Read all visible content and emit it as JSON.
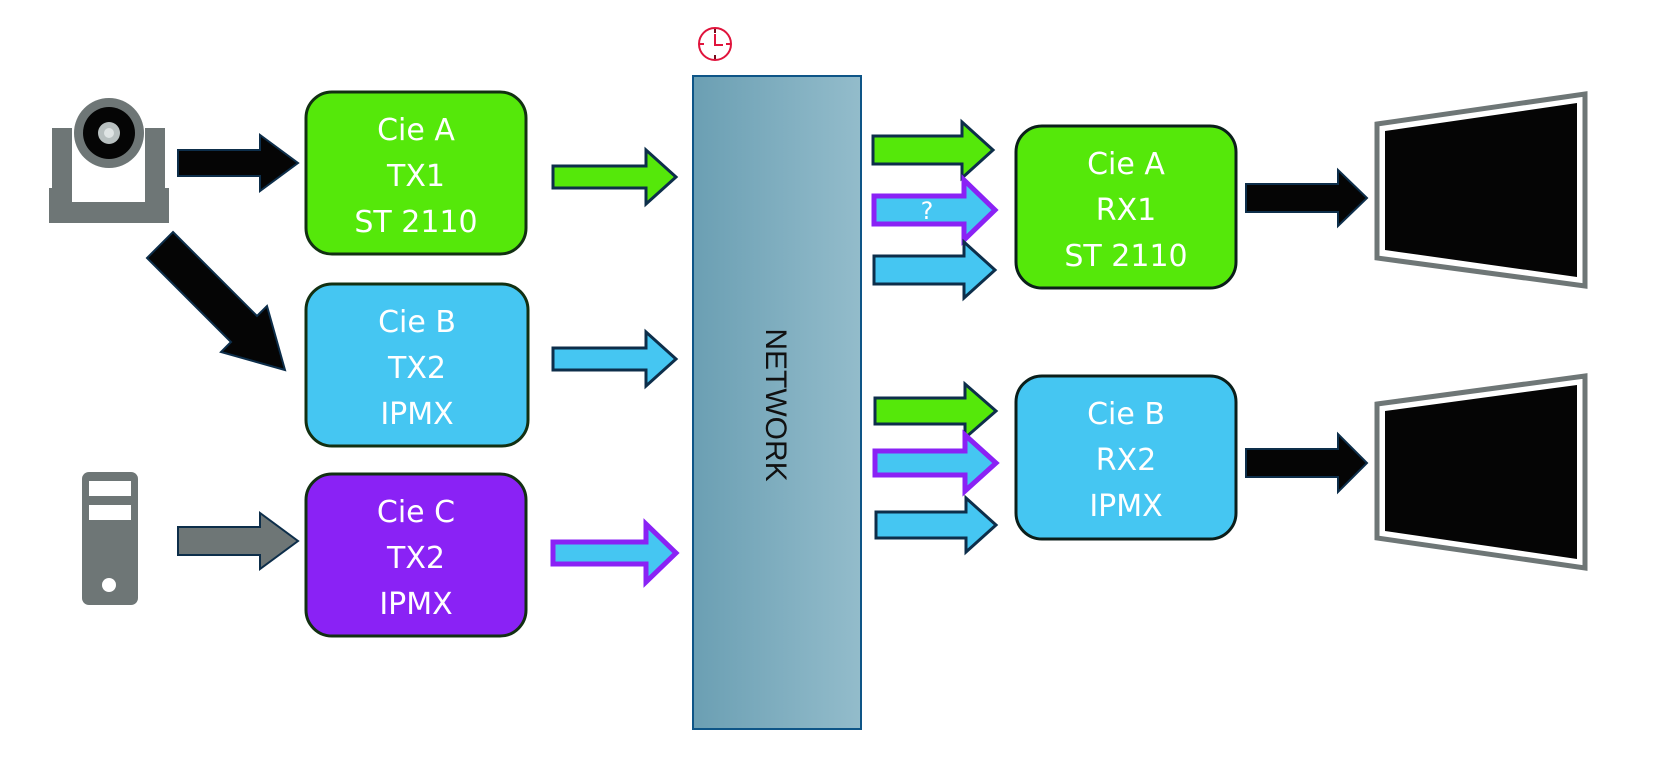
{
  "colors": {
    "green": "#55e80a",
    "blue": "#45c6f2",
    "purple": "#8a22f5",
    "black": "#050505",
    "gray": "#6e7676",
    "outline": "#0d2e4a",
    "clock": "#e0143c",
    "network_left": "#6b9fb3",
    "network_right": "#93bccb"
  },
  "network": {
    "label": "NETWORK",
    "clock_icon": "clock-icon"
  },
  "sources": [
    {
      "id": "camera",
      "icon": "ptz-camera-icon"
    },
    {
      "id": "computer",
      "icon": "computer-tower-icon"
    }
  ],
  "transmitters": [
    {
      "id": "tx1",
      "lines": [
        "Cie A",
        "TX1",
        "ST 2110"
      ],
      "fill": "green"
    },
    {
      "id": "tx2b",
      "lines": [
        "Cie B",
        "TX2",
        "IPMX"
      ],
      "fill": "blue"
    },
    {
      "id": "tx2c",
      "lines": [
        "Cie C",
        "TX2",
        "IPMX"
      ],
      "fill": "purple"
    }
  ],
  "receivers": [
    {
      "id": "rx1",
      "lines": [
        "Cie A",
        "RX1",
        "ST 2110"
      ],
      "fill": "green",
      "inputs": [
        {
          "fill": "green",
          "stroke": "outline",
          "label": ""
        },
        {
          "fill": "blue",
          "stroke": "purple",
          "label": "?"
        },
        {
          "fill": "blue",
          "stroke": "outline",
          "label": ""
        }
      ]
    },
    {
      "id": "rx2",
      "lines": [
        "Cie B",
        "RX2",
        "IPMX"
      ],
      "fill": "blue",
      "inputs": [
        {
          "fill": "green",
          "stroke": "outline",
          "label": ""
        },
        {
          "fill": "blue",
          "stroke": "purple",
          "label": ""
        },
        {
          "fill": "blue",
          "stroke": "outline",
          "label": ""
        }
      ]
    }
  ],
  "displays": [
    {
      "id": "display-1",
      "icon": "monitor-icon"
    },
    {
      "id": "display-2",
      "icon": "monitor-icon"
    }
  ]
}
